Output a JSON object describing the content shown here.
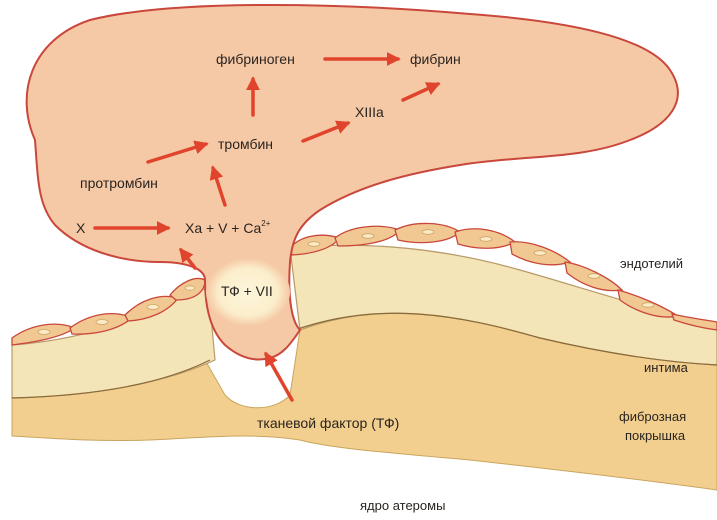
{
  "labels": {
    "fibrinogen": "фибриноген",
    "fibrin": "фибрин",
    "xiiia": "XIIIa",
    "thrombin": "тромбин",
    "prothrombin": "протромбин",
    "x": "X",
    "xa_complex": "Xa + V + Ca",
    "ca_superscript": "2+",
    "tf_vii": "ТФ + VII",
    "tissue_factor": "тканевой фактор (ТФ)",
    "endothelium": "эндотелий",
    "intima": "интима",
    "fibrous_cap_line1": "фиброзная",
    "fibrous_cap_line2": "покрышка",
    "atheroma_core": "ядро атеромы"
  },
  "colors": {
    "blob_fill": "#f6c9a6",
    "outline": "#c9473b",
    "arrow": "#e0442c",
    "endothelium_cell": "#f2c892",
    "intima_fill": "#f4e5b8",
    "cap_fill": "#f2cf8e",
    "core_fill": "#ffffff",
    "tf_glow": "#fbf1cd"
  }
}
